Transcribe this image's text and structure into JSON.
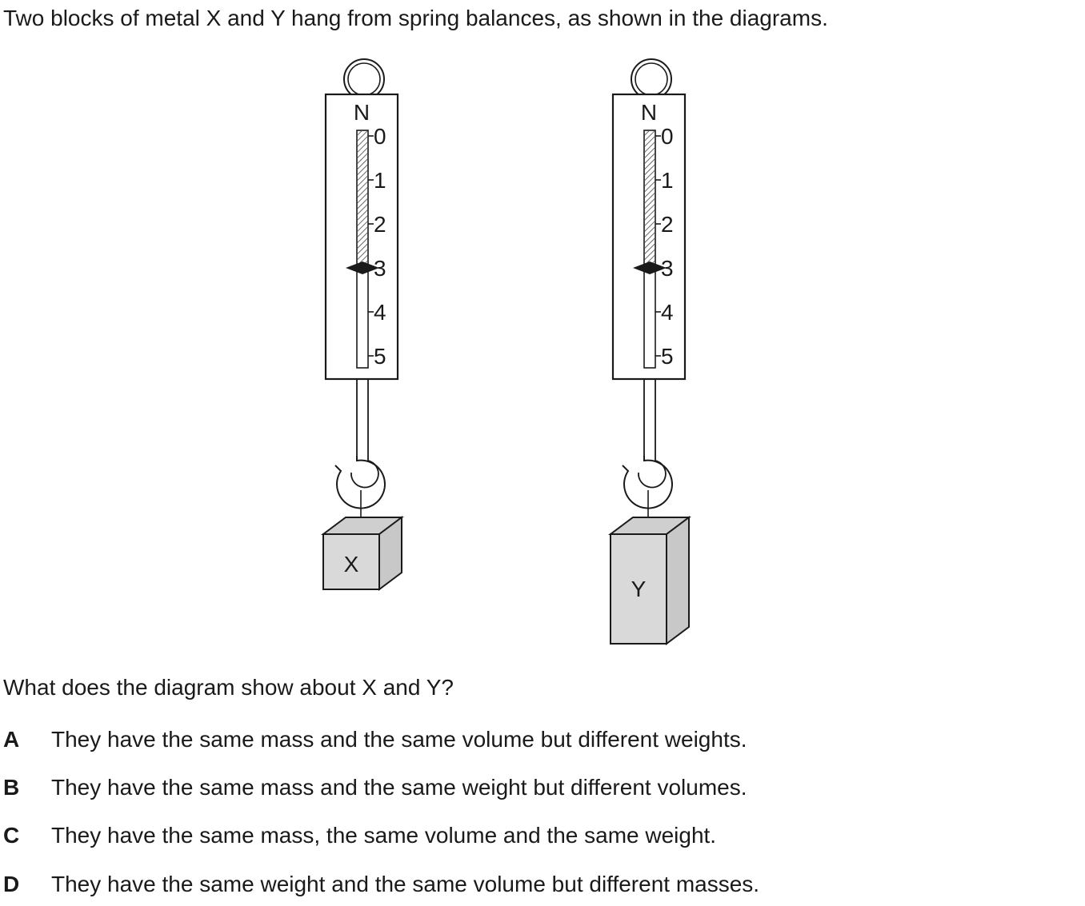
{
  "intro": "Two blocks of metal X and Y hang from spring balances, as shown in the diagrams.",
  "diagram": {
    "balance_unit": "N",
    "scale_labels": [
      "0",
      "1",
      "2",
      "3",
      "4",
      "5"
    ],
    "balance_x": {
      "reading": 3,
      "block_label": "X"
    },
    "balance_y": {
      "reading": 3,
      "block_label": "Y"
    },
    "colors": {
      "block_front": "#d9d9d9",
      "block_top": "#cfcfcf",
      "block_side": "#c8c8c8",
      "outline": "#1a1a1a"
    }
  },
  "question": "What does the diagram show about X and Y?",
  "options": [
    {
      "letter": "A",
      "text": "They have the same mass and the same volume but different weights."
    },
    {
      "letter": "B",
      "text": "They have the same mass and the same weight but different volumes."
    },
    {
      "letter": "C",
      "text": "They have the same mass, the same volume and the same weight."
    },
    {
      "letter": "D",
      "text": "They have the same weight and the same volume but different masses."
    }
  ]
}
